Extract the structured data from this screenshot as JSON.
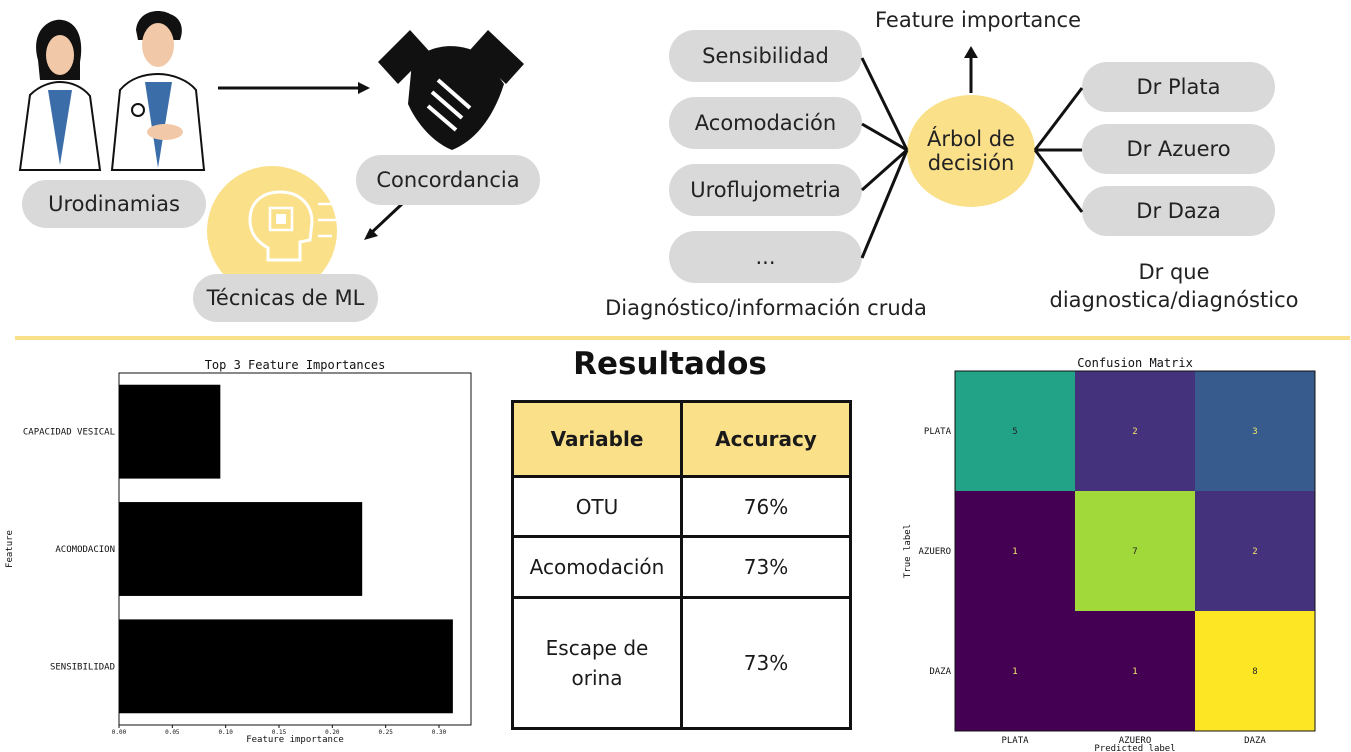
{
  "top_left": {
    "urodinamias": "Urodinamias",
    "concordancia": "Concordancia",
    "tecnicas": "Técnicas de ML"
  },
  "top_right": {
    "feature_importance": "Feature importance",
    "inputs": [
      "Sensibilidad",
      "Acomodación",
      "Uroflujometria",
      "..."
    ],
    "tree_line1": "Árbol de",
    "tree_line2": "decisión",
    "doctors": [
      "Dr Plata",
      "Dr Azuero",
      "Dr Daza"
    ],
    "caption_left": "Diagnóstico/información cruda",
    "caption_right_1": "Dr que",
    "caption_right_2": "diagnostica/diagnóstico"
  },
  "results": {
    "title": "Resultados",
    "headers": [
      "Variable",
      "Accuracy"
    ],
    "rows": [
      [
        "OTU",
        "76%"
      ],
      [
        "Acomodación",
        "73%"
      ],
      [
        "Escape de orina",
        "73%"
      ]
    ]
  },
  "colors": {
    "accent": "#fbe08a",
    "pill": "#d9d9d9"
  },
  "chart_data": [
    {
      "type": "bar",
      "orientation": "horizontal",
      "title": "Top 3 Feature Importances",
      "xlabel": "Feature importance",
      "ylabel": "Feature",
      "categories": [
        "CAPACIDAD VESICAL",
        "ACOMODACION",
        "SENSIBILIDAD"
      ],
      "values": [
        0.095,
        0.228,
        0.313
      ],
      "xlim": [
        0,
        0.33
      ],
      "xticks": [
        "0.00",
        "0.05",
        "0.10",
        "0.15",
        "0.20",
        "0.25",
        "0.30"
      ],
      "bar_color": "#000000"
    },
    {
      "type": "heatmap",
      "title": "Confusion Matrix",
      "xlabel": "Predicted label",
      "ylabel": "True label",
      "x_categories": [
        "PLATA",
        "AZUERO",
        "DAZA"
      ],
      "y_categories": [
        "PLATA",
        "AZUERO",
        "DAZA"
      ],
      "matrix": [
        [
          5,
          2,
          3
        ],
        [
          1,
          7,
          2
        ],
        [
          1,
          1,
          8
        ]
      ],
      "colormap": "viridis"
    }
  ]
}
